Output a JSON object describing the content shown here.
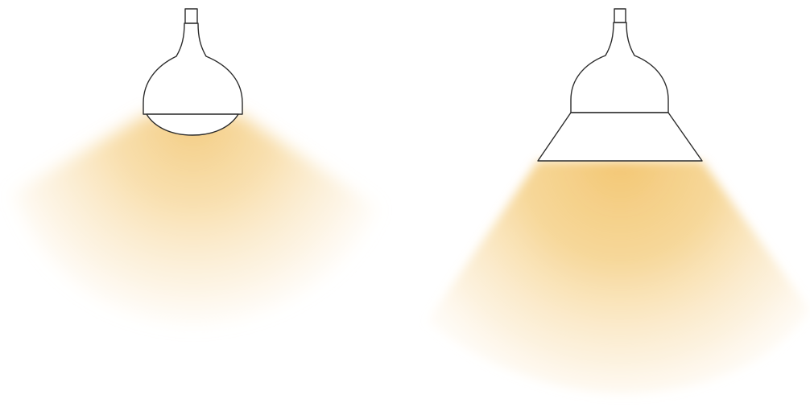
{
  "colors": {
    "background": "#ffffff",
    "outline": "#2b2b2b",
    "light_core": "#f2c46d",
    "light_mid": "#f7d9a0"
  },
  "lamps": [
    {
      "name": "lamp-dome-diffuser",
      "icon": "pendant-lamp-with-dome-diffuser-icon",
      "beam": "wide-soft-light-cone"
    },
    {
      "name": "lamp-conical-shade",
      "icon": "pendant-lamp-with-conical-shade-icon",
      "beam": "narrow-strong-light-cone"
    }
  ]
}
